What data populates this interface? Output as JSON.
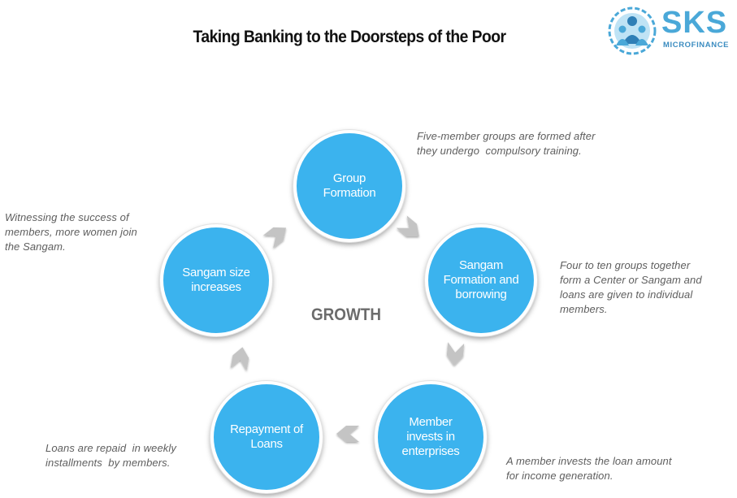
{
  "title": "Taking Banking to the Doorsteps of the Poor",
  "logo": {
    "word": "SKS",
    "sub": "MICROFINANCE",
    "colors": {
      "primary": "#4aa8d8",
      "secondary": "#3b8cc0"
    }
  },
  "center_label": "GROWTH",
  "cycle": [
    {
      "label": "Group Formation",
      "lines": [
        "Group",
        "Formation"
      ],
      "note_lines": [
        "Five-member groups are formed after",
        "they undergo  compulsory training."
      ]
    },
    {
      "label": "Sangam Formation and borrowing",
      "lines": [
        "Sangam",
        "Formation and",
        "borrowing"
      ],
      "note_lines": [
        "Four to ten groups together",
        "form a Center or Sangam and",
        "loans are given to individual",
        "members."
      ]
    },
    {
      "label": "Member invests in enterprises",
      "lines": [
        "Member",
        "invests in",
        "enterprises"
      ],
      "note_lines": [
        "A member invests the loan amount",
        "for income generation."
      ]
    },
    {
      "label": "Repayment of Loans",
      "lines": [
        "Repayment of",
        "Loans"
      ],
      "note_lines": [
        "Loans are repaid  in weekly",
        "installments  by members."
      ]
    },
    {
      "label": "Sangam size increases",
      "lines": [
        "Sangam size",
        "increases"
      ],
      "note_lines": [
        "Witnessing the success of",
        "members, more women join",
        "the Sangam."
      ]
    }
  ],
  "colors": {
    "node_fill": "#3bb3ee",
    "arrow": "#c4c4c4",
    "note_text": "#5e5e5e",
    "center_text": "#6b6b6b"
  }
}
